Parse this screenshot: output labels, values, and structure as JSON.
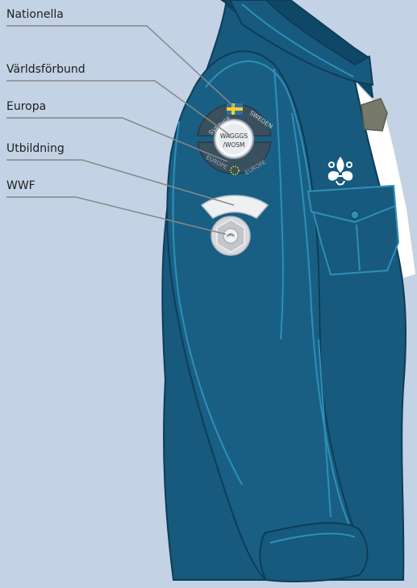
{
  "labels": {
    "nationella": "Nationella",
    "varldsforbund": "Världsförbund",
    "europa": "Europa",
    "utbildning": "Utbildning",
    "wwf": "WWF"
  },
  "badges": {
    "sverige_left": "SVERIGE",
    "sweden_right": "SWEDEN",
    "wagggs_line1": "WAGGGS",
    "wagggs_line2": "/WOSM",
    "europe_left": "EUROPE",
    "europe_right": "EUROPE"
  },
  "colors": {
    "background": "#c3d2e5",
    "shirt": "#175a7d",
    "seam": "#2f8fb7",
    "shirt_outline": "#0e3d58",
    "badge_dark": "#39505f",
    "badge_light": "#e8ecef",
    "leader_line": "#888888",
    "flag_blue": "#2a6eb5",
    "flag_yellow": "#f7d117"
  },
  "icons": {
    "scout_emblem": "fleur-de-lis-trefoil-icon",
    "flag": "swedish-flag-icon",
    "wwf": "wwf-badge-icon",
    "pocket_button": "button-icon"
  }
}
